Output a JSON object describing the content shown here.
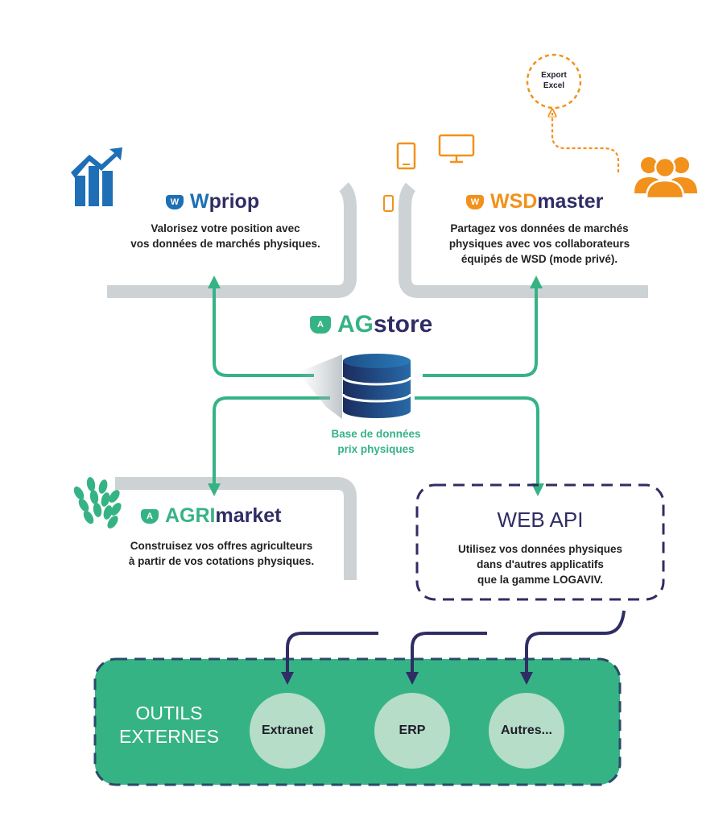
{
  "wpriop": {
    "logo": "W",
    "name_a": "W",
    "name_b": "priop",
    "desc_1": "Valorisez votre position avec",
    "desc_2": "vos données de marchés physiques."
  },
  "wsdmaster": {
    "logo": "W",
    "name_a": "WSD",
    "name_b": "master",
    "desc_1": "Partagez vos données de marchés",
    "desc_2": "physiques avec vos collaborateurs",
    "desc_3": "équipés de WSD (mode privé)."
  },
  "export": {
    "line_1": "Export",
    "line_2": "Excel"
  },
  "agstore": {
    "logo": "A",
    "name_a": "AG",
    "name_b": "store"
  },
  "database": {
    "line_1": "Base de données",
    "line_2": "prix physiques"
  },
  "agrimarket": {
    "logo": "A",
    "name_a": "AGRI",
    "name_b": "market",
    "desc_1": "Construisez vos offres agriculteurs",
    "desc_2": "à partir de vos cotations physiques."
  },
  "webapi": {
    "title": "WEB API",
    "desc_1": "Utilisez vos données physiques",
    "desc_2": "dans d'autres applicatifs",
    "desc_3": "que la gamme LOGAVIV."
  },
  "outils": {
    "line_1": "OUTILS",
    "line_2": "EXTERNES",
    "items": [
      "Extranet",
      "ERP",
      "Autres..."
    ]
  },
  "colors": {
    "green": "#36b385",
    "navy": "#2f2d64",
    "orange": "#f2911b",
    "blue": "#1e6fb5",
    "gray": "#cdd3d5"
  },
  "icons": [
    "growth-chart-icon",
    "tablet-icon",
    "monitor-icon",
    "phone-icon",
    "users-group-icon",
    "wheat-icon",
    "database-icon"
  ]
}
